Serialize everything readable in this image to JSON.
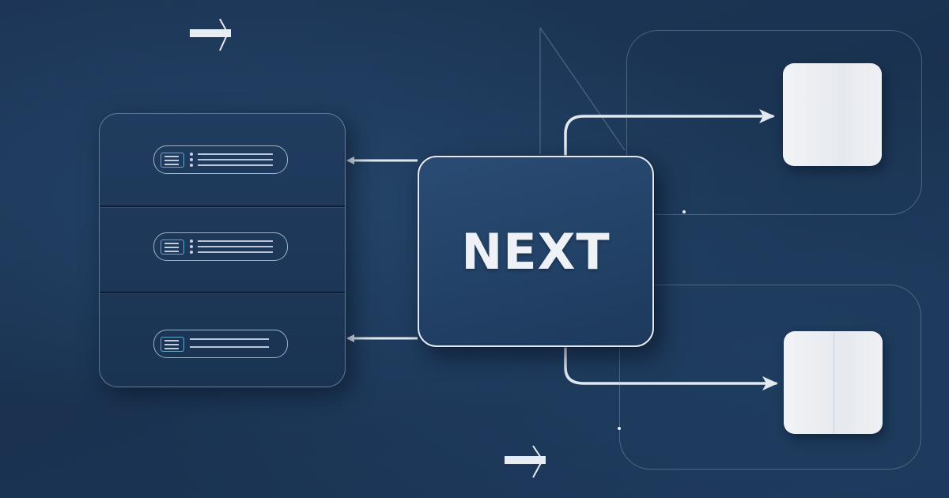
{
  "center_node": {
    "label": "NEXT"
  },
  "colors": {
    "background": "#1b3352",
    "card_fill": "#eceff3",
    "line": "#e3e9f1",
    "icon_accent": "#6ebedc"
  },
  "left_panel": {
    "rows": [
      {
        "icon": "list-icon"
      },
      {
        "icon": "list-icon"
      },
      {
        "icon": "table-icon"
      }
    ]
  },
  "right_nodes": [
    {
      "icon": "card"
    },
    {
      "icon": "card"
    }
  ]
}
